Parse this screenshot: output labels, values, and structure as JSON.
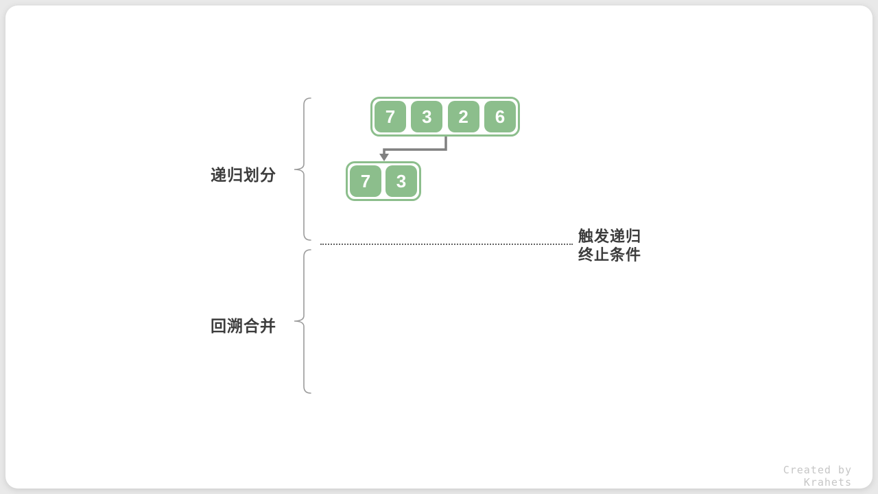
{
  "diagram": {
    "labels": {
      "recursive_divide": "递归划分",
      "backtrack_merge": "回溯合并",
      "trigger_line1": "触发递归",
      "trigger_line2": "终止条件"
    },
    "main_array": {
      "values": [
        7,
        3,
        2,
        6
      ]
    },
    "sub_array": {
      "values": [
        7,
        3
      ]
    },
    "footer": "Created by Krahets",
    "colors": {
      "cell_green": "#8cbe8c",
      "cell_text": "#ffffff",
      "arrow_gray": "#808080",
      "brace_gray": "#9b9b9b",
      "label_dark": "#3c3c3c",
      "dotted_line": "#616161",
      "footer_gray": "#c6c6c6",
      "card_background": "#ffffff",
      "page_background": "#e9e9e9"
    }
  }
}
